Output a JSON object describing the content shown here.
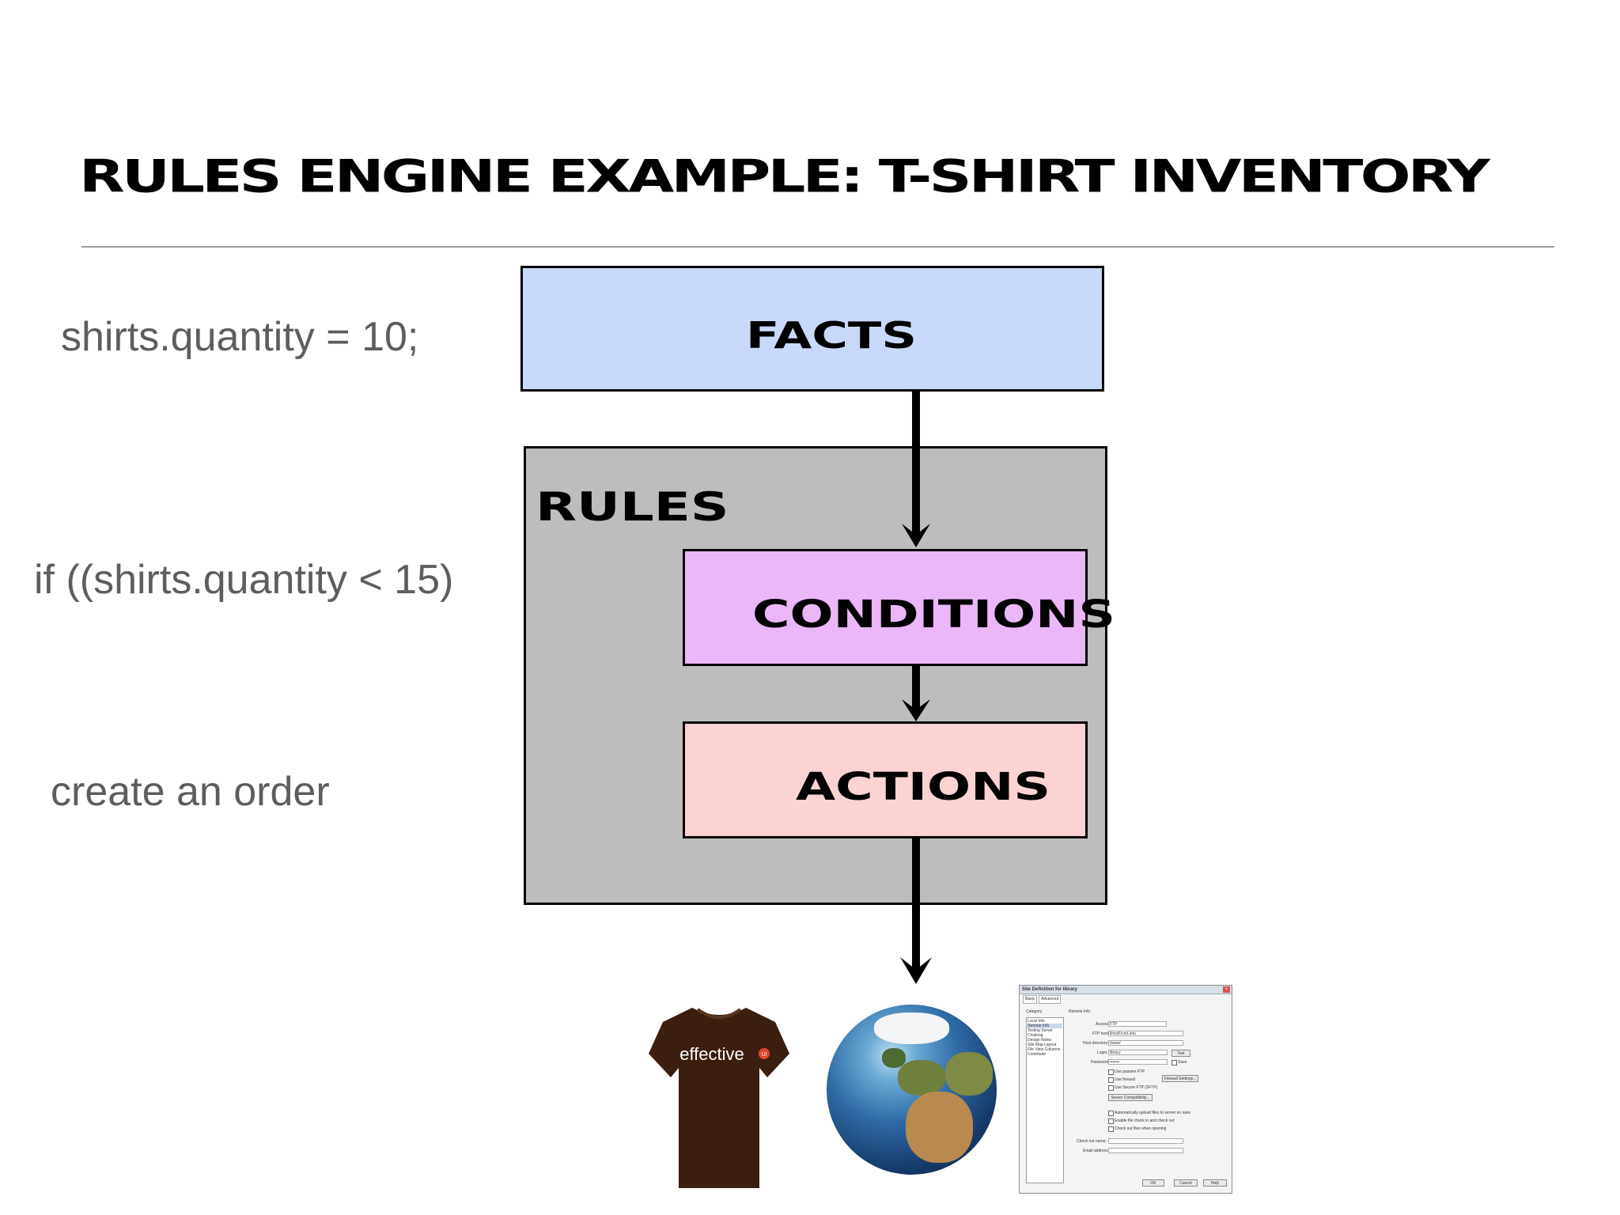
{
  "slide": {
    "title": "RULES ENGINE EXAMPLE: T-SHIRT INVENTORY",
    "code_facts": "shirts.quantity = 10;",
    "code_condition": "if ((shirts.quantity < 15)",
    "code_action": "create an order"
  },
  "diagram": {
    "facts_label": "FACTS",
    "rules_label": "RULES",
    "conditions_label": "CONDITIONS",
    "actions_label": "ACTIONS",
    "colors": {
      "facts": "#c9d9fa",
      "rules": "#bdbdbd",
      "conditions": "#ebb7f9",
      "actions": "#fcd3d3"
    }
  },
  "images": {
    "shirt_text": "effective",
    "shirt_badge": "UI",
    "globe_icon": "globe-icon"
  },
  "dialog": {
    "title": "Site Definition for library",
    "tab_basic": "Basic",
    "tab_advanced": "Advanced",
    "category_label": "Category",
    "categories": [
      "Local Info",
      "Remote Info",
      "Testing Server",
      "Cloaking",
      "Design Notes",
      "Site Map Layout",
      "File View Columns",
      "Contribute"
    ],
    "section": "Remote Info",
    "access_label": "Access:",
    "access_value": "FTP",
    "ftp_host_label": "FTP host:",
    "ftp_host_value": "ilmsdl.lcmi.edu",
    "host_dir_label": "Host directory:",
    "host_dir_value": "/www/",
    "login_label": "Login:",
    "login_value": "library",
    "password_label": "Password:",
    "password_value": "•••••••",
    "test_button": "Test",
    "save_label": "Save",
    "passive_ftp": "Use passive FTP",
    "use_firewall": "Use firewall",
    "firewall_button": "Firewall Settings...",
    "secure_ftp": "Use Secure FTP (SFTP)",
    "server_compat": "Server Compatibility...",
    "auto_upload": "Automatically upload files to server on save",
    "enable_checkin": "Enable file check in and check out",
    "checkout_open": "Check out files when opening",
    "checkout_name_label": "Check out name:",
    "email_label": "Email address:",
    "ok": "OK",
    "cancel": "Cancel",
    "help": "Help"
  }
}
